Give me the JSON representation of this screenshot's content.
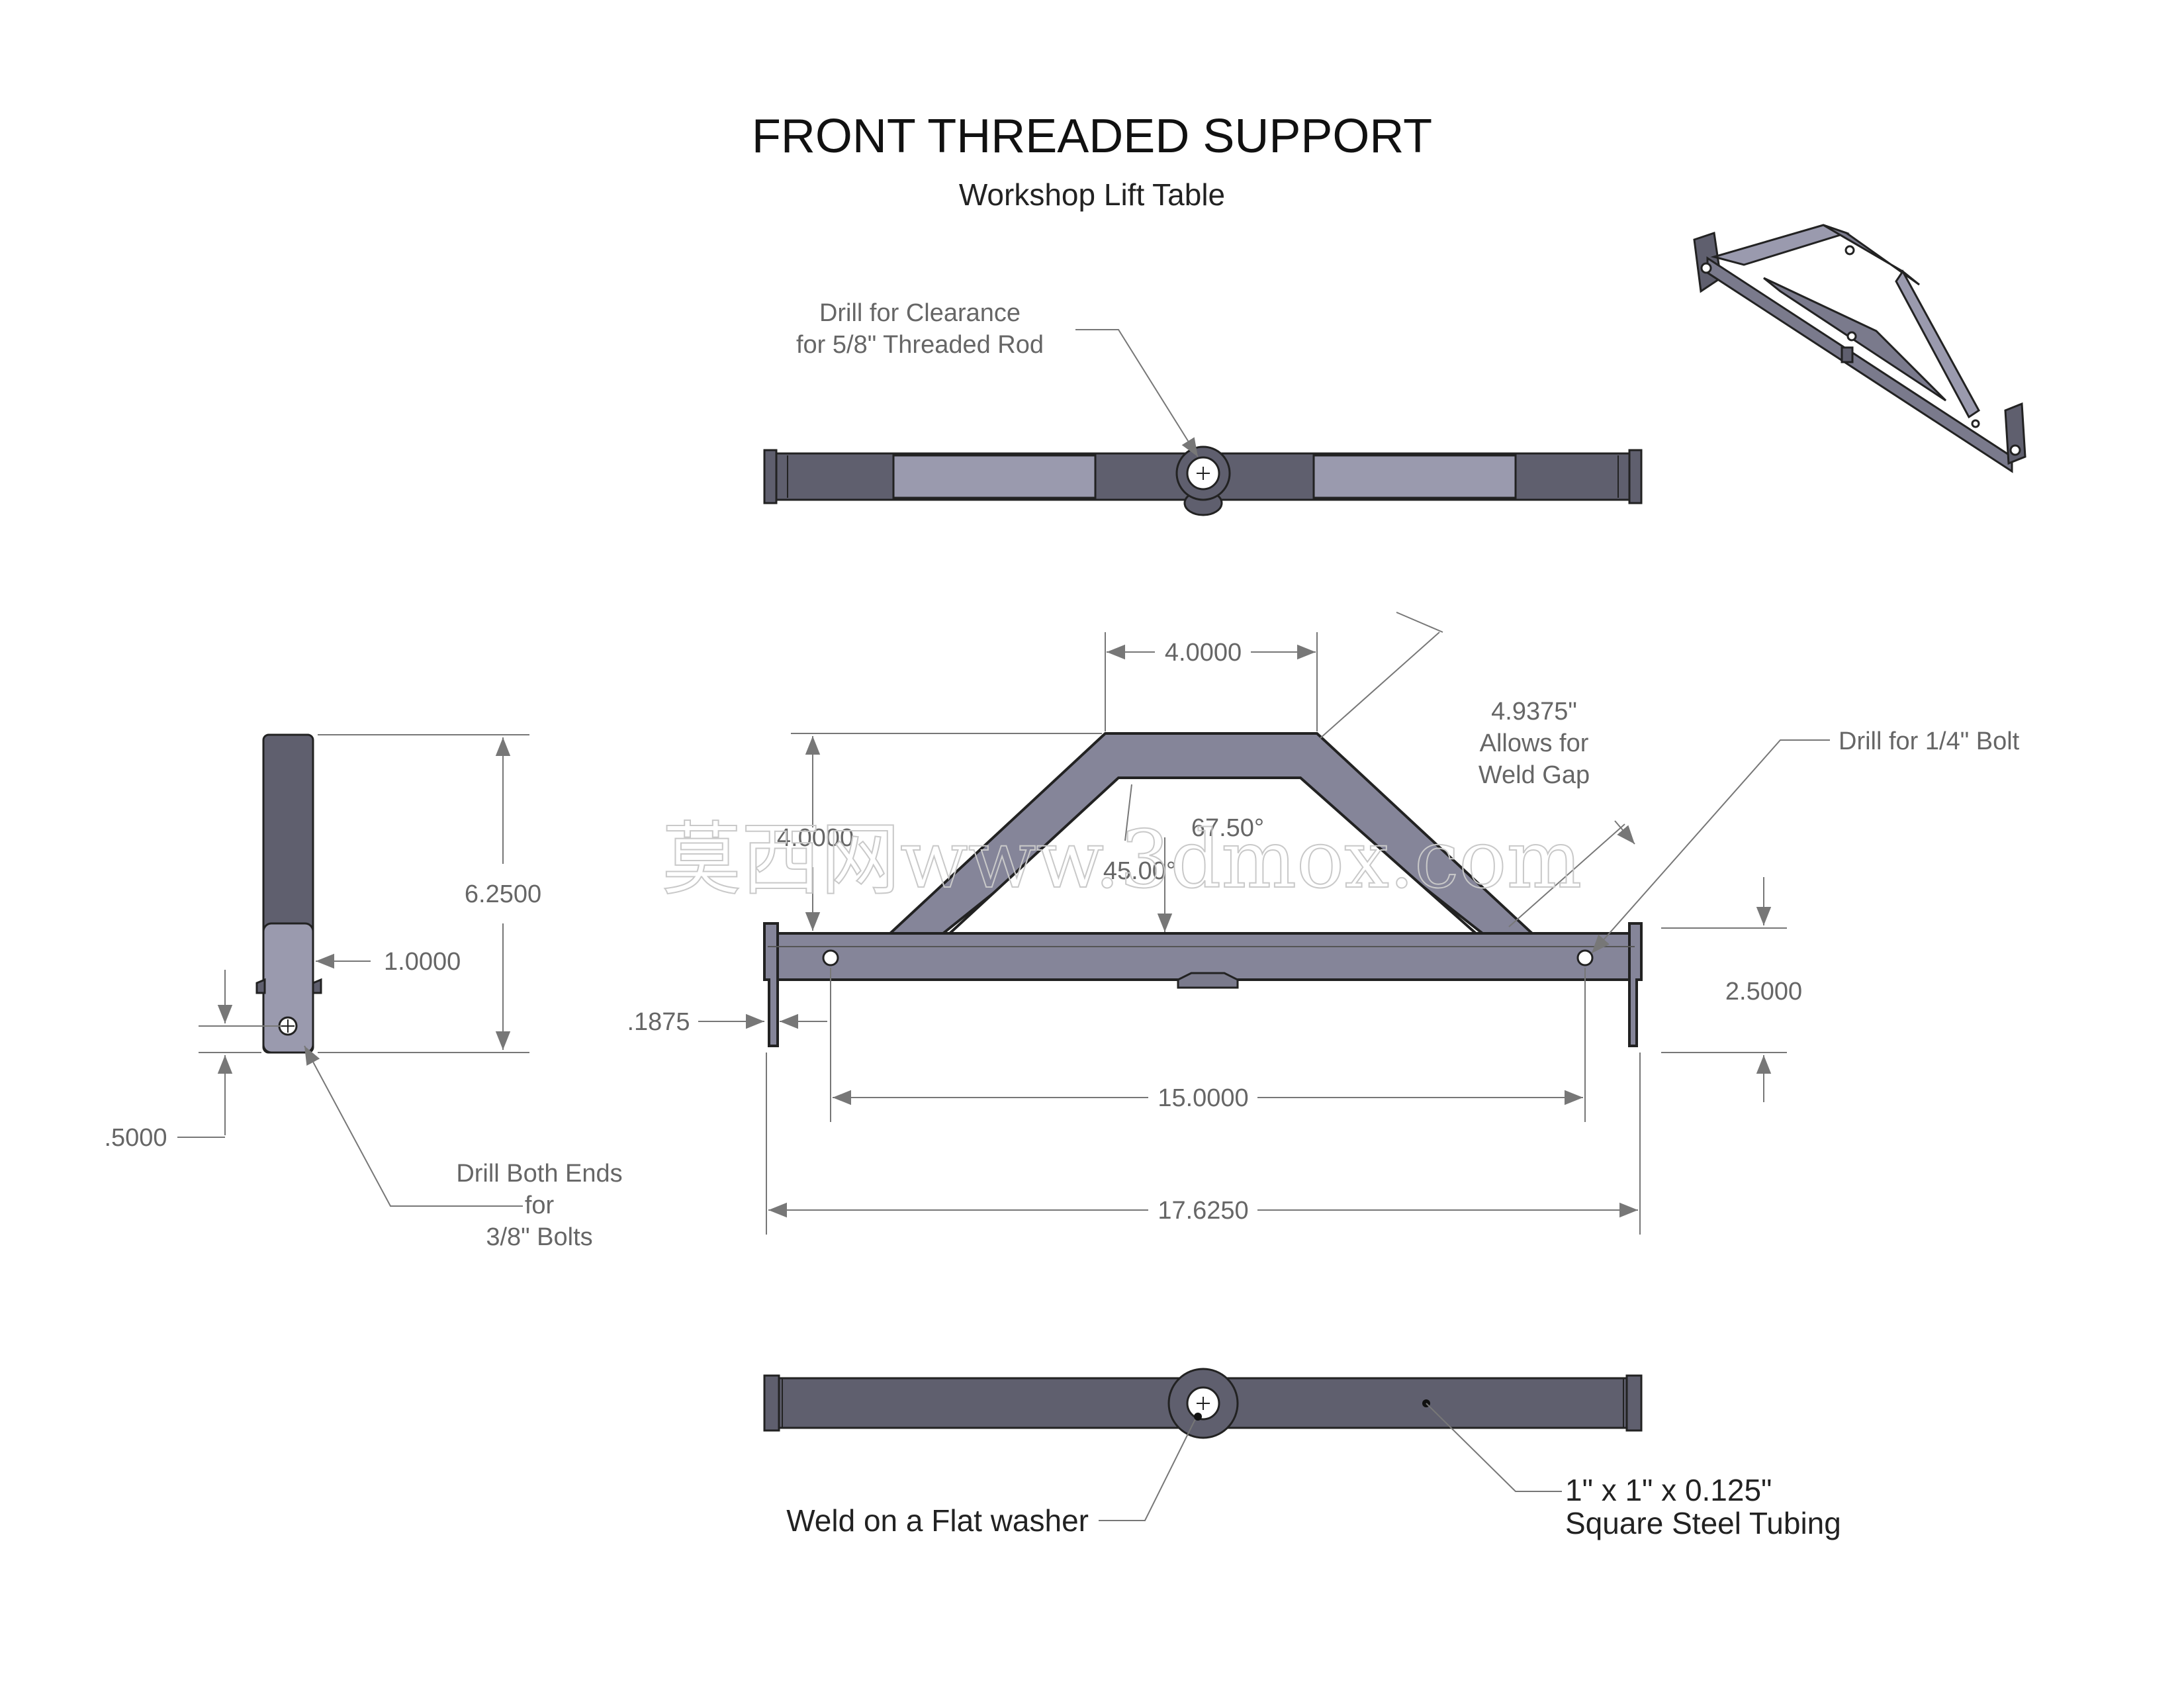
{
  "title": "FRONT THREADED SUPPORT",
  "subtitle": "Workshop Lift Table",
  "notes": {
    "drill_clearance_line1": "Drill for Clearance",
    "drill_clearance_line2": "for 5/8\" Threaded Rod",
    "weld_gap_line1": "4.9375\"",
    "weld_gap_line2": "Allows for",
    "weld_gap_line3": "Weld Gap",
    "drill_quarter_bolt": "Drill for 1/4\" Bolt",
    "drill_both_ends_line1": "Drill Both Ends",
    "drill_both_ends_line2": "for",
    "drill_both_ends_line3": "3/8\" Bolts",
    "weld_washer": "Weld on a Flat washer",
    "tubing_line1": "1\" x 1\" x 0.125\"",
    "tubing_line2": "Square Steel Tubing"
  },
  "dimensions": {
    "top_width": "4.0000",
    "height": "4.0000",
    "angle_top": "67.50°",
    "angle_bottom": "45.00°",
    "side_height": "6.2500",
    "side_width": "1.0000",
    "side_hole_offset": ".5000",
    "flange": ".1875",
    "right_height": "2.5000",
    "hole_spacing": "15.0000",
    "overall_length": "17.6250"
  },
  "watermark": "莫西网www.3dmox.com",
  "colors": {
    "steel_dark": "#5f5f6e",
    "steel_light": "#9a9aae",
    "frame": "#858599"
  }
}
